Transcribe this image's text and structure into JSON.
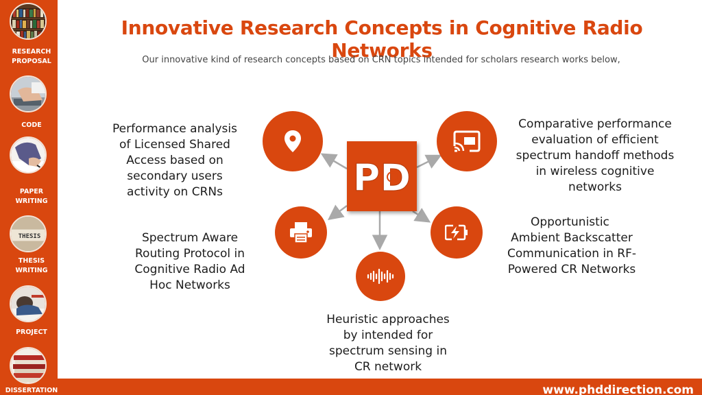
{
  "header": {
    "title": "Innovative Research Concepts in Cognitive Radio Networks",
    "subtitle": "Our innovative kind of research concepts based on CRN topics intended for scholars research works below,"
  },
  "sidebar": {
    "items": [
      {
        "label_line1": "RESEARCH",
        "label_line2": "PROPOSAL"
      },
      {
        "label_line1": "CODE",
        "label_line2": ""
      },
      {
        "label_line1": "PAPER",
        "label_line2": "WRITING"
      },
      {
        "label_line1": "THESIS",
        "label_line2": "WRITING",
        "thumb_text": "THESIS"
      },
      {
        "label_line1": "PROJECT",
        "label_line2": ""
      },
      {
        "label_line1": "DISSERTATION",
        "label_line2": ""
      }
    ]
  },
  "topics": {
    "top_left": [
      "Performance analysis",
      "of Licensed Shared",
      "Access based on",
      "secondary users",
      "activity on CRNs"
    ],
    "mid_left": [
      "Spectrum Aware",
      "Routing Protocol in",
      "Cognitive Radio Ad",
      "Hoc Networks"
    ],
    "bottom": [
      "Heuristic approaches",
      "by intended for",
      "spectrum sensing in",
      "CR network"
    ],
    "top_right": [
      "Comparative performance",
      "evaluation of efficient",
      "spectrum handoff methods",
      "in wireless cognitive",
      "networks"
    ],
    "mid_right": [
      "Opportunistic",
      "Ambient Backscatter",
      "Communication in RF-",
      "Powered CR Networks"
    ]
  },
  "icons": {
    "top_left": "location-pin-icon",
    "mid_left": "printer-icon",
    "bottom": "audio-wave-icon",
    "top_right": "cast-screen-icon",
    "mid_right": "battery-charging-icon"
  },
  "logo": {
    "text": "PD"
  },
  "footer": {
    "url": "www.phddirection.com"
  },
  "colors": {
    "accent": "#d9470f",
    "text": "#1c1c1c",
    "arrow": "#a9a9a9"
  }
}
